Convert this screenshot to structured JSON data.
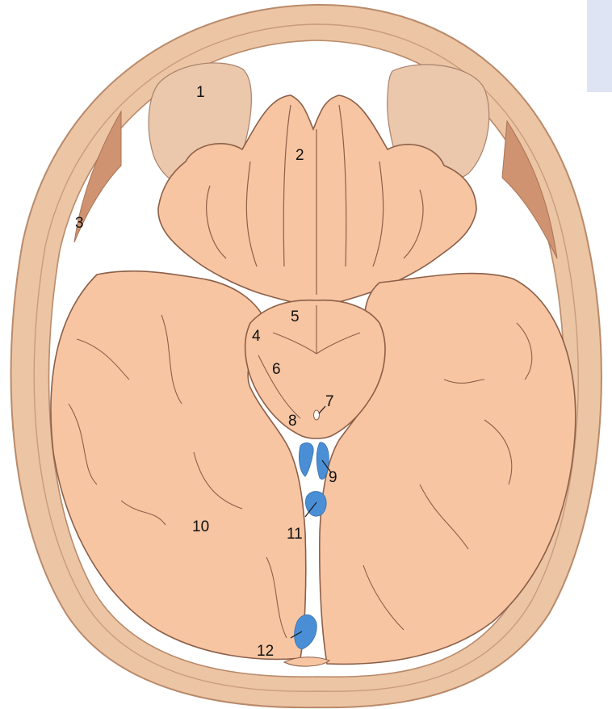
{
  "figure": {
    "colors": {
      "scalp": "#ecc5a5",
      "skull_outline": "#b98a6a",
      "temporalis": "#cf9371",
      "brain": "#f7c5a2",
      "brain_outline": "#8c5f48",
      "orbital_fat": "#ebc7ac",
      "csf_space": "#ffffff",
      "venous_blue": "#4a8fd6",
      "corner_tab": "#dfe4f4"
    },
    "labels": [
      {
        "id": "1",
        "text": "1"
      },
      {
        "id": "2",
        "text": "2"
      },
      {
        "id": "3",
        "text": "3"
      },
      {
        "id": "4",
        "text": "4"
      },
      {
        "id": "5",
        "text": "5"
      },
      {
        "id": "6",
        "text": "6"
      },
      {
        "id": "7",
        "text": "7"
      },
      {
        "id": "8",
        "text": "8"
      },
      {
        "id": "9",
        "text": "9"
      },
      {
        "id": "10",
        "text": "10"
      },
      {
        "id": "11",
        "text": "11"
      },
      {
        "id": "12",
        "text": "12"
      }
    ]
  }
}
